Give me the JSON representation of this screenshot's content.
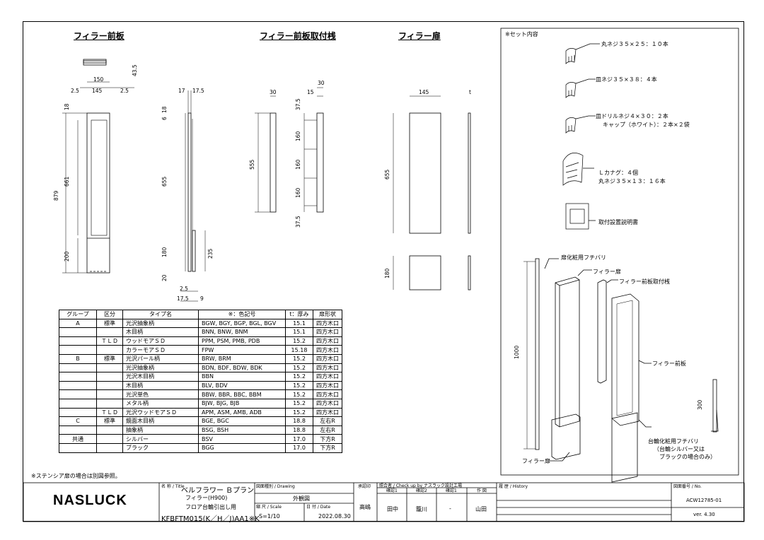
{
  "titles": {
    "panel": "フィラー前板",
    "bracket": "フィラー前板取付桟",
    "door": "フィラー扉"
  },
  "dims": {
    "panel_h": "43.5",
    "panel_w150": "150",
    "panel_25a": "2.5",
    "panel_145": "145",
    "panel_25b": "2.5",
    "panel_18": "18",
    "panel_661": "661",
    "panel_879": "879",
    "panel_200": "200",
    "side_17": "17",
    "side_175": "17.5",
    "side_6": "6",
    "side_18": "18",
    "side_655": "655",
    "side_180": "180",
    "side_235": "235",
    "side_20": "20",
    "side_25": "2.5",
    "side_175b": "17.5",
    "side_9": "9",
    "br_30a": "30",
    "br_15": "15",
    "br_30b": "30",
    "br_555": "555",
    "br_375a": "37.5",
    "br_160a": "160",
    "br_160b": "160",
    "br_160c": "160",
    "br_375b": "37.5",
    "door_145": "145",
    "door_t": "t",
    "door_655": "655",
    "door_180": "180"
  },
  "set": {
    "heading": "※セット内容",
    "item1": "丸ネジ３５×２５：１０本",
    "item2": "皿ネジ３５×３８：４本",
    "item3a": "皿ドリルネジ４×３０：２本",
    "item3b": "キャップ（ホワイト）：２本×２袋",
    "item4a": "Ｌカナグ：４個",
    "item4b": "丸ネジ３５×１３：１６本",
    "item5": "取付設置説明書"
  },
  "assembly": {
    "l1": "扉化粧用フチバリ",
    "l2": "フィラー扉",
    "l3": "フィラー前板取付桟",
    "l4": "フィラー前板",
    "l5": "フィラー扉",
    "l6a": "台輪化粧用フチバリ",
    "l6b": "（台輪シルバー又は",
    "l6c": "ブラックの場合のみ）",
    "d1000": "1000",
    "d300": "300"
  },
  "table": {
    "headers": [
      "グループ",
      "区分",
      "タイプ名",
      "※：色記号",
      "t：厚み",
      "扉形状"
    ],
    "rows": [
      [
        "A",
        "標準",
        "光沢抽象柄",
        "BGW, BGY, BGP, BGL, BGV",
        "15.1",
        "四方木口"
      ],
      [
        "",
        "",
        "木目柄",
        "BNN, BNW, BNM",
        "15.1",
        "四方木口"
      ],
      [
        "",
        "ＴＬＤ",
        "ウッドモアＳＤ",
        "PPM, PSM, PMB, PDB",
        "15.2",
        "四方木口"
      ],
      [
        "",
        "",
        "カラーモアＳＤ",
        "FPW",
        "15.18",
        "四方木口"
      ],
      [
        "B",
        "標準",
        "光沢パール柄",
        "BRW, BRM",
        "15.2",
        "四方木口"
      ],
      [
        "",
        "",
        "光沢抽象柄",
        "BDN, BDF, BDW, BDK",
        "15.2",
        "四方木口"
      ],
      [
        "",
        "",
        "光沢木目柄",
        "BBN",
        "15.2",
        "四方木口"
      ],
      [
        "",
        "",
        "木目柄",
        "BLV, BDV",
        "15.2",
        "四方木口"
      ],
      [
        "",
        "",
        "光沢単色",
        "BBW, BBR, BBC, BBM",
        "15.2",
        "四方木口"
      ],
      [
        "",
        "",
        "メタル柄",
        "BJW, BJG, BJB",
        "15.2",
        "四方木口"
      ],
      [
        "",
        "ＴＬＤ",
        "光沢ウッドモアＳＤ",
        "APM, ASM, AMB, ADB",
        "15.2",
        "四方木口"
      ],
      [
        "C",
        "標準",
        "鏡面木目柄",
        "BGE, BGC",
        "18.8",
        "左右R"
      ],
      [
        "",
        "",
        "抽象柄",
        "BSG, BSH",
        "18.8",
        "左右R"
      ],
      [
        "共通",
        "",
        "シルバー",
        "BSV",
        "17.0",
        "下方R"
      ],
      [
        "",
        "",
        "ブラック",
        "BGG",
        "17.0",
        "下方R"
      ]
    ],
    "note": "※ステンシア扉の場合は別図参照。"
  },
  "titleblock": {
    "logo": "NASLUCK",
    "title_label": "名 称 / Title",
    "title1": "ベルフラワー Ｂプラン",
    "title2": "フィラー(H900)",
    "title3": "フロア台輪引出し用",
    "model": "KFBFTM015(K／H／J)AA1※K",
    "drawing_label": "図面種別 / Drawing",
    "drawing": "外観図",
    "scale_label": "縮 尺 / Scale",
    "scale": "S=1/10",
    "date_label": "日 付 / Date",
    "date": "2022.08.30",
    "designer_label": "承認印",
    "designer": "高嶋",
    "check_label": "照合者 / Check up by  ナスラック設計工場",
    "c1": "確認1",
    "c2": "確認2",
    "c3": "確認1",
    "c4": "作 図",
    "v1": "田中",
    "v2": "籠川",
    "v3": "-",
    "v4": "山田",
    "history_label": "履 歴 / History",
    "no_label": "図面番号 / No.",
    "no": "ACW12785-01",
    "ver": "ver. 4.30"
  }
}
